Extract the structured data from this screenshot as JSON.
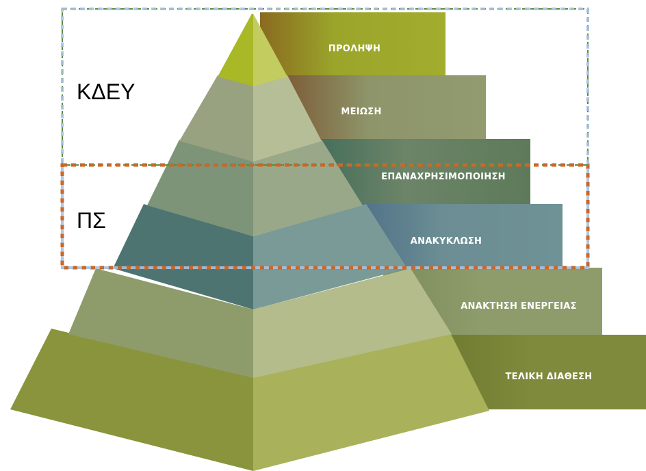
{
  "diagram": {
    "levels": [
      {
        "label": "ΠΡΟΛΗΨΗ",
        "color": "#9aa52a",
        "face": "#b7c42a"
      },
      {
        "label": "ΜΕΙΩΣΗ",
        "color": "#8e956a",
        "face": "#a9b08a"
      },
      {
        "label": "ΕΠΑΝΑΧΡΗΣΙΜΟΠΟΙΗΣΗ",
        "color": "#6c8468",
        "face": "#90a088"
      },
      {
        "label": "ΑΝΑΚΥΚΛΩΣΗ",
        "color": "#6b8d93",
        "face": "#4f7577"
      },
      {
        "label": "ΑΝΑΚΤΗΣΗ ΕΝΕΡΓΕΙΑΣ",
        "color": "#8e9c6c",
        "face": "#9eac78"
      },
      {
        "label": "ΤΕΛΙΚΗ ΔΙΑΘΕΣΗ",
        "color": "#7f8a3c",
        "face": "#8f9a48"
      }
    ],
    "groups": [
      {
        "label": "ΚΔΕΥ",
        "color": "#5a8a3c"
      },
      {
        "label": "ΠΣ",
        "color": "#c8682a"
      }
    ],
    "overlay_color": "#a8c0dc"
  }
}
